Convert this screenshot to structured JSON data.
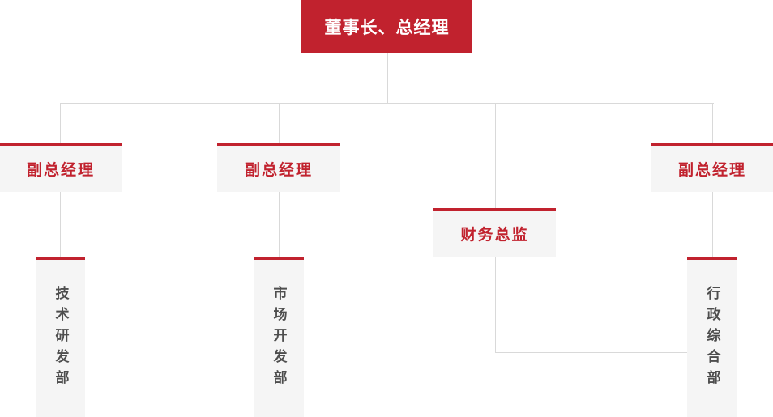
{
  "org_chart": {
    "type": "organization-chart",
    "root": {
      "label": "董事长、总经理"
    },
    "level2": [
      {
        "label": "副总经理",
        "reports_to": "董事长、总经理"
      },
      {
        "label": "副总经理",
        "reports_to": "董事长、总经理"
      },
      {
        "label": "财务总监",
        "reports_to": "董事长、总经理"
      },
      {
        "label": "副总经理",
        "reports_to": "董事长、总经理"
      }
    ],
    "departments": [
      {
        "label": "技术研发部",
        "reports_to": "副总经理"
      },
      {
        "label": "市场开发部",
        "reports_to": "副总经理"
      },
      {
        "label": "行政综合部",
        "reports_to": "副总经理"
      }
    ],
    "colors": {
      "primary_red": "#c1222e",
      "box_background": "#f5f5f5",
      "connector_gray": "#d9d9d9",
      "dept_text_gray": "#4e4e4e",
      "root_text": "#ffffff"
    }
  }
}
